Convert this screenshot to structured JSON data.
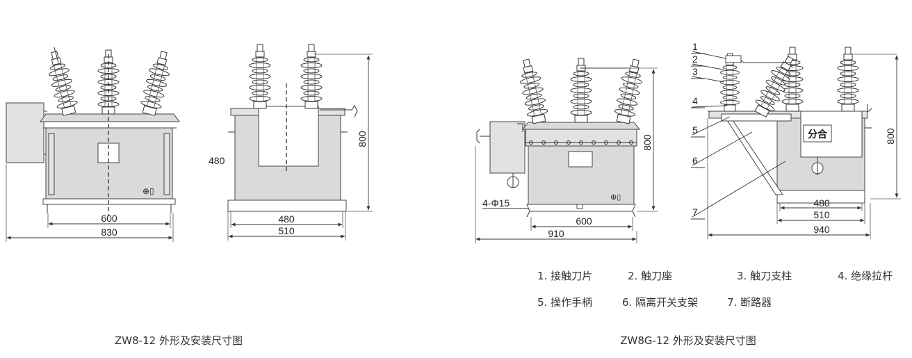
{
  "left_figure": {
    "caption": "ZW8-12 外形及安装尺寸图",
    "front_view": {
      "dim_width_inner": "600",
      "dim_width_outer": "830"
    },
    "side_view": {
      "dim_height": "800",
      "dim_height_inner": "480",
      "dim_width_inner": "480",
      "dim_width_outer": "510"
    }
  },
  "right_figure": {
    "caption": "ZW8G-12 外形及安装尺寸图",
    "front_view": {
      "dim_height": "800",
      "dim_hole": "4-Φ15",
      "dim_width_inner": "600",
      "dim_width_outer": "910"
    },
    "side_view": {
      "dim_height": "800",
      "dim_width_1": "480",
      "dim_width_2": "510",
      "dim_width_3": "940",
      "badge": "分合",
      "callouts": [
        "1",
        "2",
        "3",
        "4",
        "5",
        "6",
        "7"
      ]
    },
    "legend": [
      "1. 接触刀片",
      "2. 触刀座",
      "3. 触刀支柱",
      "4. 绝缘拉杆",
      "5. 操作手柄",
      "6. 隔离开关支架",
      "7. 断路器"
    ]
  }
}
